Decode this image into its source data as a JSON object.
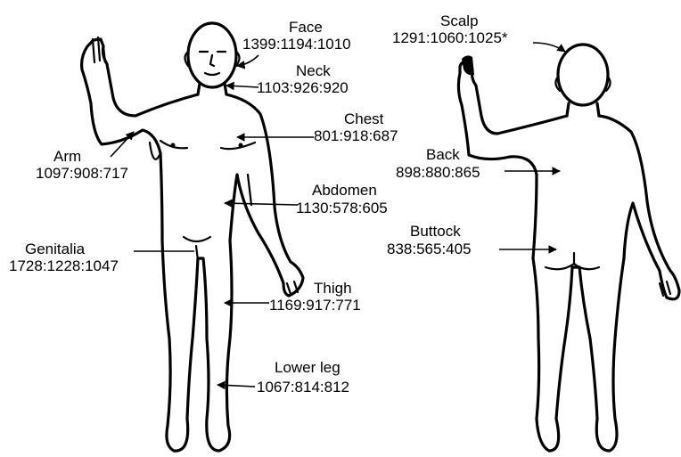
{
  "labels": [
    {
      "id": "face",
      "name": "Face",
      "values": "1399:1194:1010"
    },
    {
      "id": "neck",
      "name": "Neck",
      "values": "1103:926:920"
    },
    {
      "id": "chest",
      "name": "Chest",
      "values": "801:918:687"
    },
    {
      "id": "arm",
      "name": "Arm",
      "values": "1097:908:717"
    },
    {
      "id": "abdomen",
      "name": "Abdomen",
      "values": "1130:578:605"
    },
    {
      "id": "genitalia",
      "name": "Genitalia",
      "values": "1728:1228:1047"
    },
    {
      "id": "thigh",
      "name": "Thigh",
      "values": "1169:917:771"
    },
    {
      "id": "lower_leg",
      "name": "Lower leg",
      "values": "1067:814:812"
    },
    {
      "id": "scalp",
      "name": "Scalp",
      "values": "1291:1060:1025*"
    },
    {
      "id": "back",
      "name": "Back",
      "values": "898:880:865"
    },
    {
      "id": "buttock",
      "name": "Buttock",
      "values": "838:565:405"
    }
  ]
}
